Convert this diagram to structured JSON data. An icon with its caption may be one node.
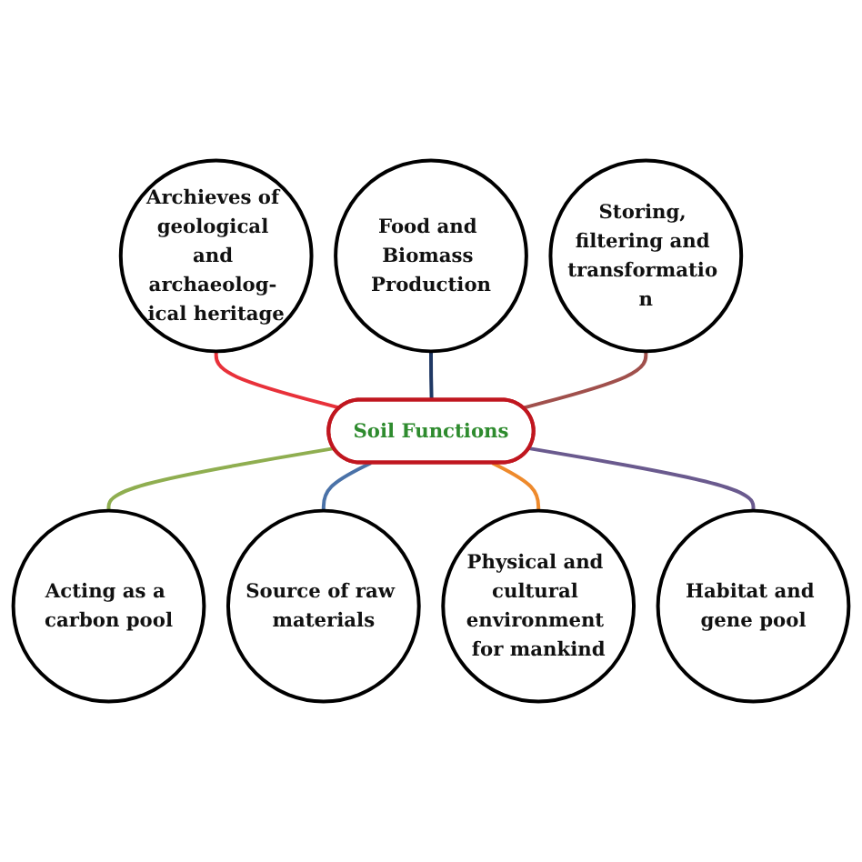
{
  "diagram": {
    "nodes": [
      {
        "text": [
          "Soil Functions"
        ]
      },
      {
        "text": [
          "Food and Biomass Production"
        ]
      },
      {
        "text": [
          "Storing, filtering and transformatio n"
        ]
      },
      {
        "text": [
          "Habitat and gene pool"
        ]
      },
      {
        "text": [
          "Physical and cultural environment for mankind"
        ]
      },
      {
        "text": [
          "Source of raw materials"
        ]
      },
      {
        "text": [
          "Acting as a carbon pool"
        ]
      },
      {
        "text": [
          "Archieves of geological and archaeolog- ical heritage"
        ]
      }
    ],
    "edges": [
      {
        "from": 7,
        "to": 0,
        "arrow": "none",
        "color": "#e8313a"
      },
      {
        "from": 1,
        "to": 0,
        "arrow": "none",
        "color": "#1f3864"
      },
      {
        "from": 2,
        "to": 0,
        "arrow": "none",
        "color": "#a0504c"
      },
      {
        "from": 0,
        "to": 6,
        "arrow": "none",
        "color": "#8fae50"
      },
      {
        "from": 0,
        "to": 5,
        "arrow": "none",
        "color": "#4a72a8"
      },
      {
        "from": 0,
        "to": 4,
        "arrow": "none",
        "color": "#ee8a2c"
      },
      {
        "from": 0,
        "to": 3,
        "arrow": "none",
        "color": "#6a5a8e"
      }
    ]
  }
}
